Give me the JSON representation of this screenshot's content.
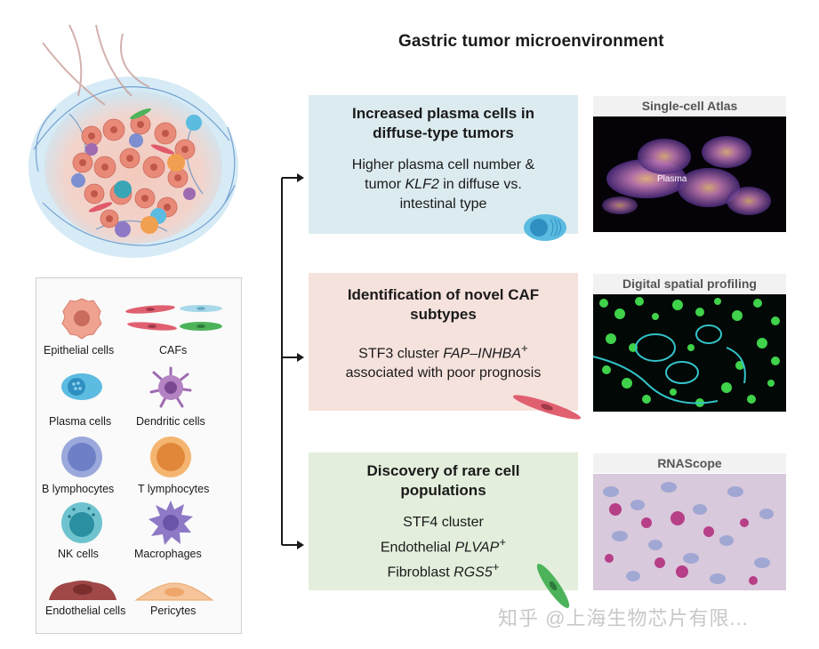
{
  "title": "Gastric tumor microenvironment",
  "panels": [
    {
      "heading_line1": "Increased plasma cells in",
      "heading_line2": "diffuse-type tumors",
      "desc_line1": "Higher plasma cell number &",
      "desc_line2_pre": "tumor ",
      "desc_line2_italic": "KLF2",
      "desc_line2_post": " in diffuse vs.",
      "desc_line3": "intestinal type",
      "bg_color": "#dcebf0",
      "image_caption": "Single-cell Atlas",
      "image_label": "Plasma"
    },
    {
      "heading_line1": "Identification of novel CAF",
      "heading_line2": "subtypes",
      "desc_line1_pre": "STF3 cluster ",
      "desc_line1_italic": "FAP–INHBA",
      "desc_line1_sup": "+",
      "desc_line2": "associated with poor prognosis",
      "bg_color": "#f6e2dd",
      "image_caption": "Digital spatial profiling"
    },
    {
      "heading_line1": "Discovery of rare cell",
      "heading_line2": "populations",
      "desc_line1": "STF4 cluster",
      "desc_line2_pre": "Endothelial ",
      "desc_line2_italic": "PLVAP",
      "desc_line2_sup": "+",
      "desc_line3_pre": "Fibroblast ",
      "desc_line3_italic": "RGS5",
      "desc_line3_sup": "+",
      "bg_color": "#e3eedc",
      "image_caption": "RNAScope"
    }
  ],
  "legend": {
    "items": [
      {
        "label": "Epithelial cells",
        "icon": "epithelial-cell-icon"
      },
      {
        "label": "CAFs",
        "icon": "caf-icon"
      },
      {
        "label": "Plasma cells",
        "icon": "plasma-cell-icon"
      },
      {
        "label": "Dendritic cells",
        "icon": "dendritic-cell-icon"
      },
      {
        "label": "B lymphocytes",
        "icon": "b-lymphocyte-icon"
      },
      {
        "label": "T lymphocytes",
        "icon": "t-lymphocyte-icon"
      },
      {
        "label": "NK cells",
        "icon": "nk-cell-icon"
      },
      {
        "label": "Macrophages",
        "icon": "macrophage-icon"
      },
      {
        "label": "Endothelial cells",
        "icon": "endothelial-cell-icon"
      },
      {
        "label": "Pericytes",
        "icon": "pericyte-icon"
      }
    ]
  },
  "watermark": "知乎 @上海生物芯片有限...",
  "colors": {
    "panel1": "#dcebf0",
    "panel2": "#f6e2dd",
    "panel3": "#e3eedc",
    "epithelial": "#f0a290",
    "plasma": "#5bbbe0",
    "b_lymph": "#7d8fd0",
    "t_lymph": "#f0a050",
    "nk": "#3aa5b5",
    "macrophage": "#8e79c6",
    "dendritic": "#9f6bb0",
    "endothelial": "#a04848",
    "pericyte": "#f5c49a"
  }
}
